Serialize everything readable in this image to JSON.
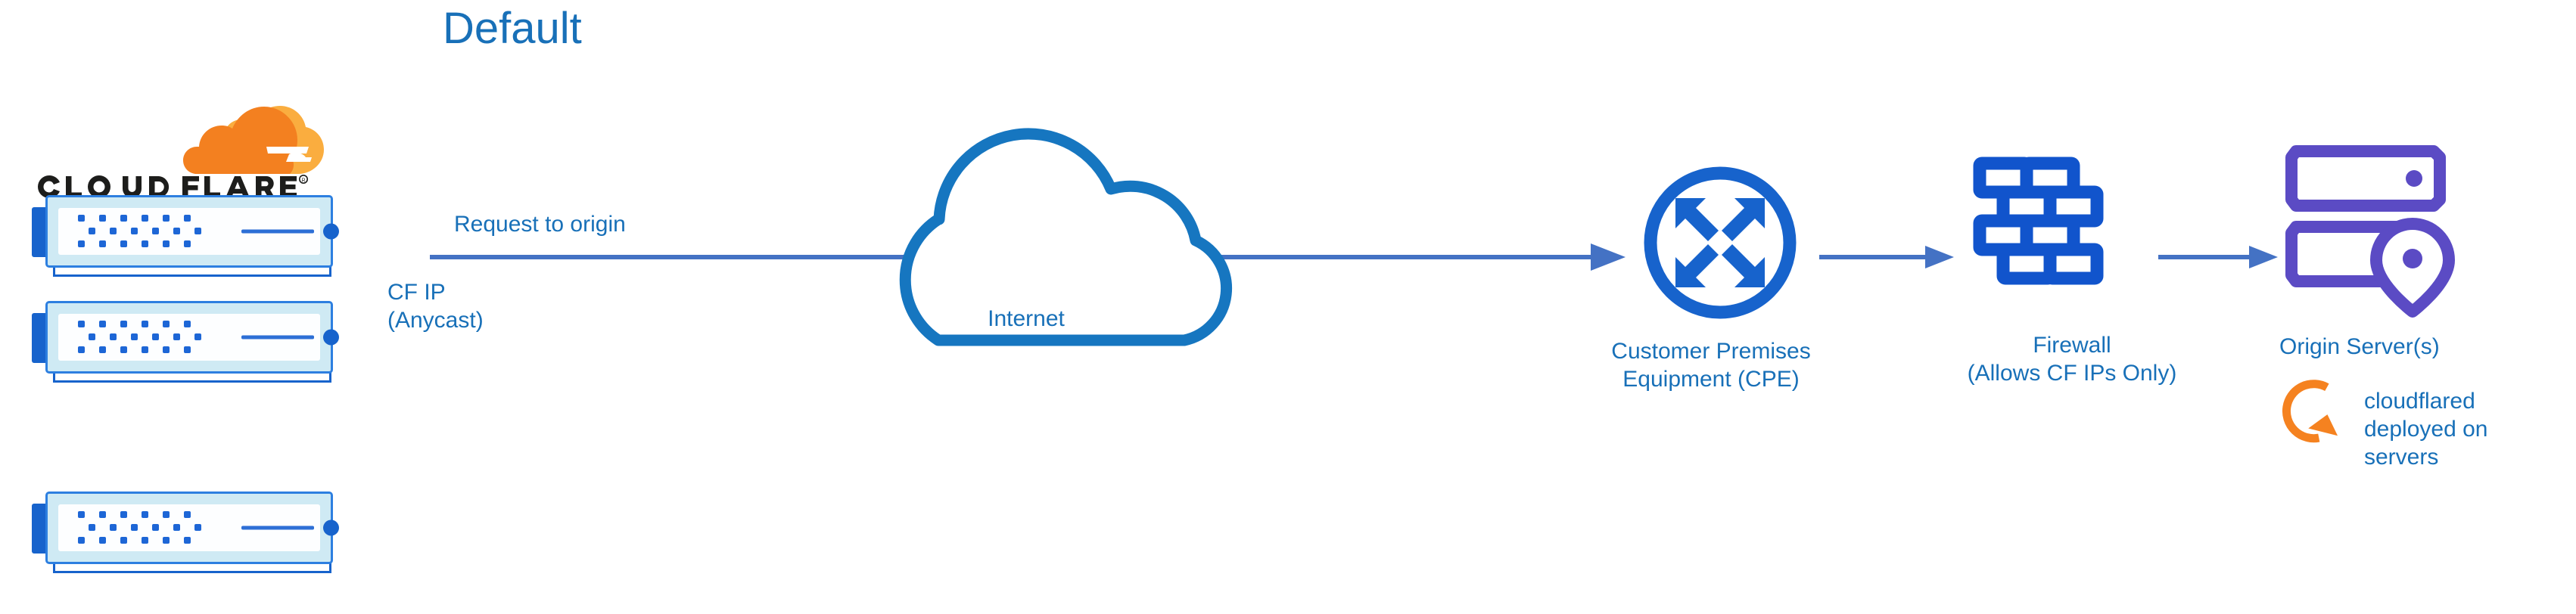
{
  "diagram": {
    "title": "Default",
    "type": "network-architecture-flow",
    "colors": {
      "title_blue": "#1870B8",
      "label_blue": "#1870B8",
      "arrow_blue": "#4472C4",
      "cloud_stroke_blue": "#1676C0",
      "icon_blue": "#1763CC",
      "origin_purple": "#5B4BC4",
      "cloudflared_orange": "#F58220",
      "cf_logo_orange": "#F38020",
      "cf_logo_light_orange": "#FAAD3F",
      "server_body_fill": "#CFEAF4",
      "background": "#FFFFFF"
    }
  },
  "cloudflare_stack": {
    "logo_name": "cloudflare-logo",
    "wordmark": "CLOUDFLARE",
    "registered_mark": "®",
    "server_count": 3,
    "servers": [
      {
        "name": "cf-server-unit-1"
      },
      {
        "name": "cf-server-unit-2"
      },
      {
        "name": "cf-server-unit-3"
      }
    ]
  },
  "labels": {
    "request_to_origin": "Request to origin",
    "cf_ip_line1": "CF IP",
    "cf_ip_line2": "(Anycast)",
    "internet": "Internet",
    "cpe_line1": "Customer Premises",
    "cpe_line2": "Equipment (CPE)",
    "firewall_line1": "Firewall",
    "firewall_line2": "(Allows CF IPs Only)",
    "origin_server": "Origin Server(s)",
    "cloudflared_line1": "cloudflared",
    "cloudflared_line2": "deployed on",
    "cloudflared_line3": "servers"
  },
  "nodes": [
    {
      "id": "cloudflare-edge",
      "icon": "cloudflare-servers-icon",
      "label": "CLOUDFLARE"
    },
    {
      "id": "internet",
      "icon": "cloud-icon",
      "label": "Internet"
    },
    {
      "id": "cpe",
      "icon": "router-icon",
      "label": "Customer Premises Equipment (CPE)"
    },
    {
      "id": "firewall",
      "icon": "brick-wall-icon",
      "label": "Firewall (Allows CF IPs Only)"
    },
    {
      "id": "origin",
      "icon": "origin-server-icon",
      "label": "Origin Server(s)"
    }
  ],
  "connections": [
    {
      "id": "edge-to-cpe",
      "from": "cloudflare-edge",
      "to": "cpe",
      "label": "Request to origin",
      "sublabel": "CF IP (Anycast)",
      "through": "internet"
    },
    {
      "id": "cpe-to-firewall",
      "from": "cpe",
      "to": "firewall",
      "label": ""
    },
    {
      "id": "firewall-to-origin",
      "from": "firewall",
      "to": "origin",
      "label": ""
    }
  ],
  "annotations": [
    {
      "id": "cloudflared-note",
      "icon": "sync-arrow-icon",
      "text": "cloudflared deployed on servers"
    }
  ]
}
